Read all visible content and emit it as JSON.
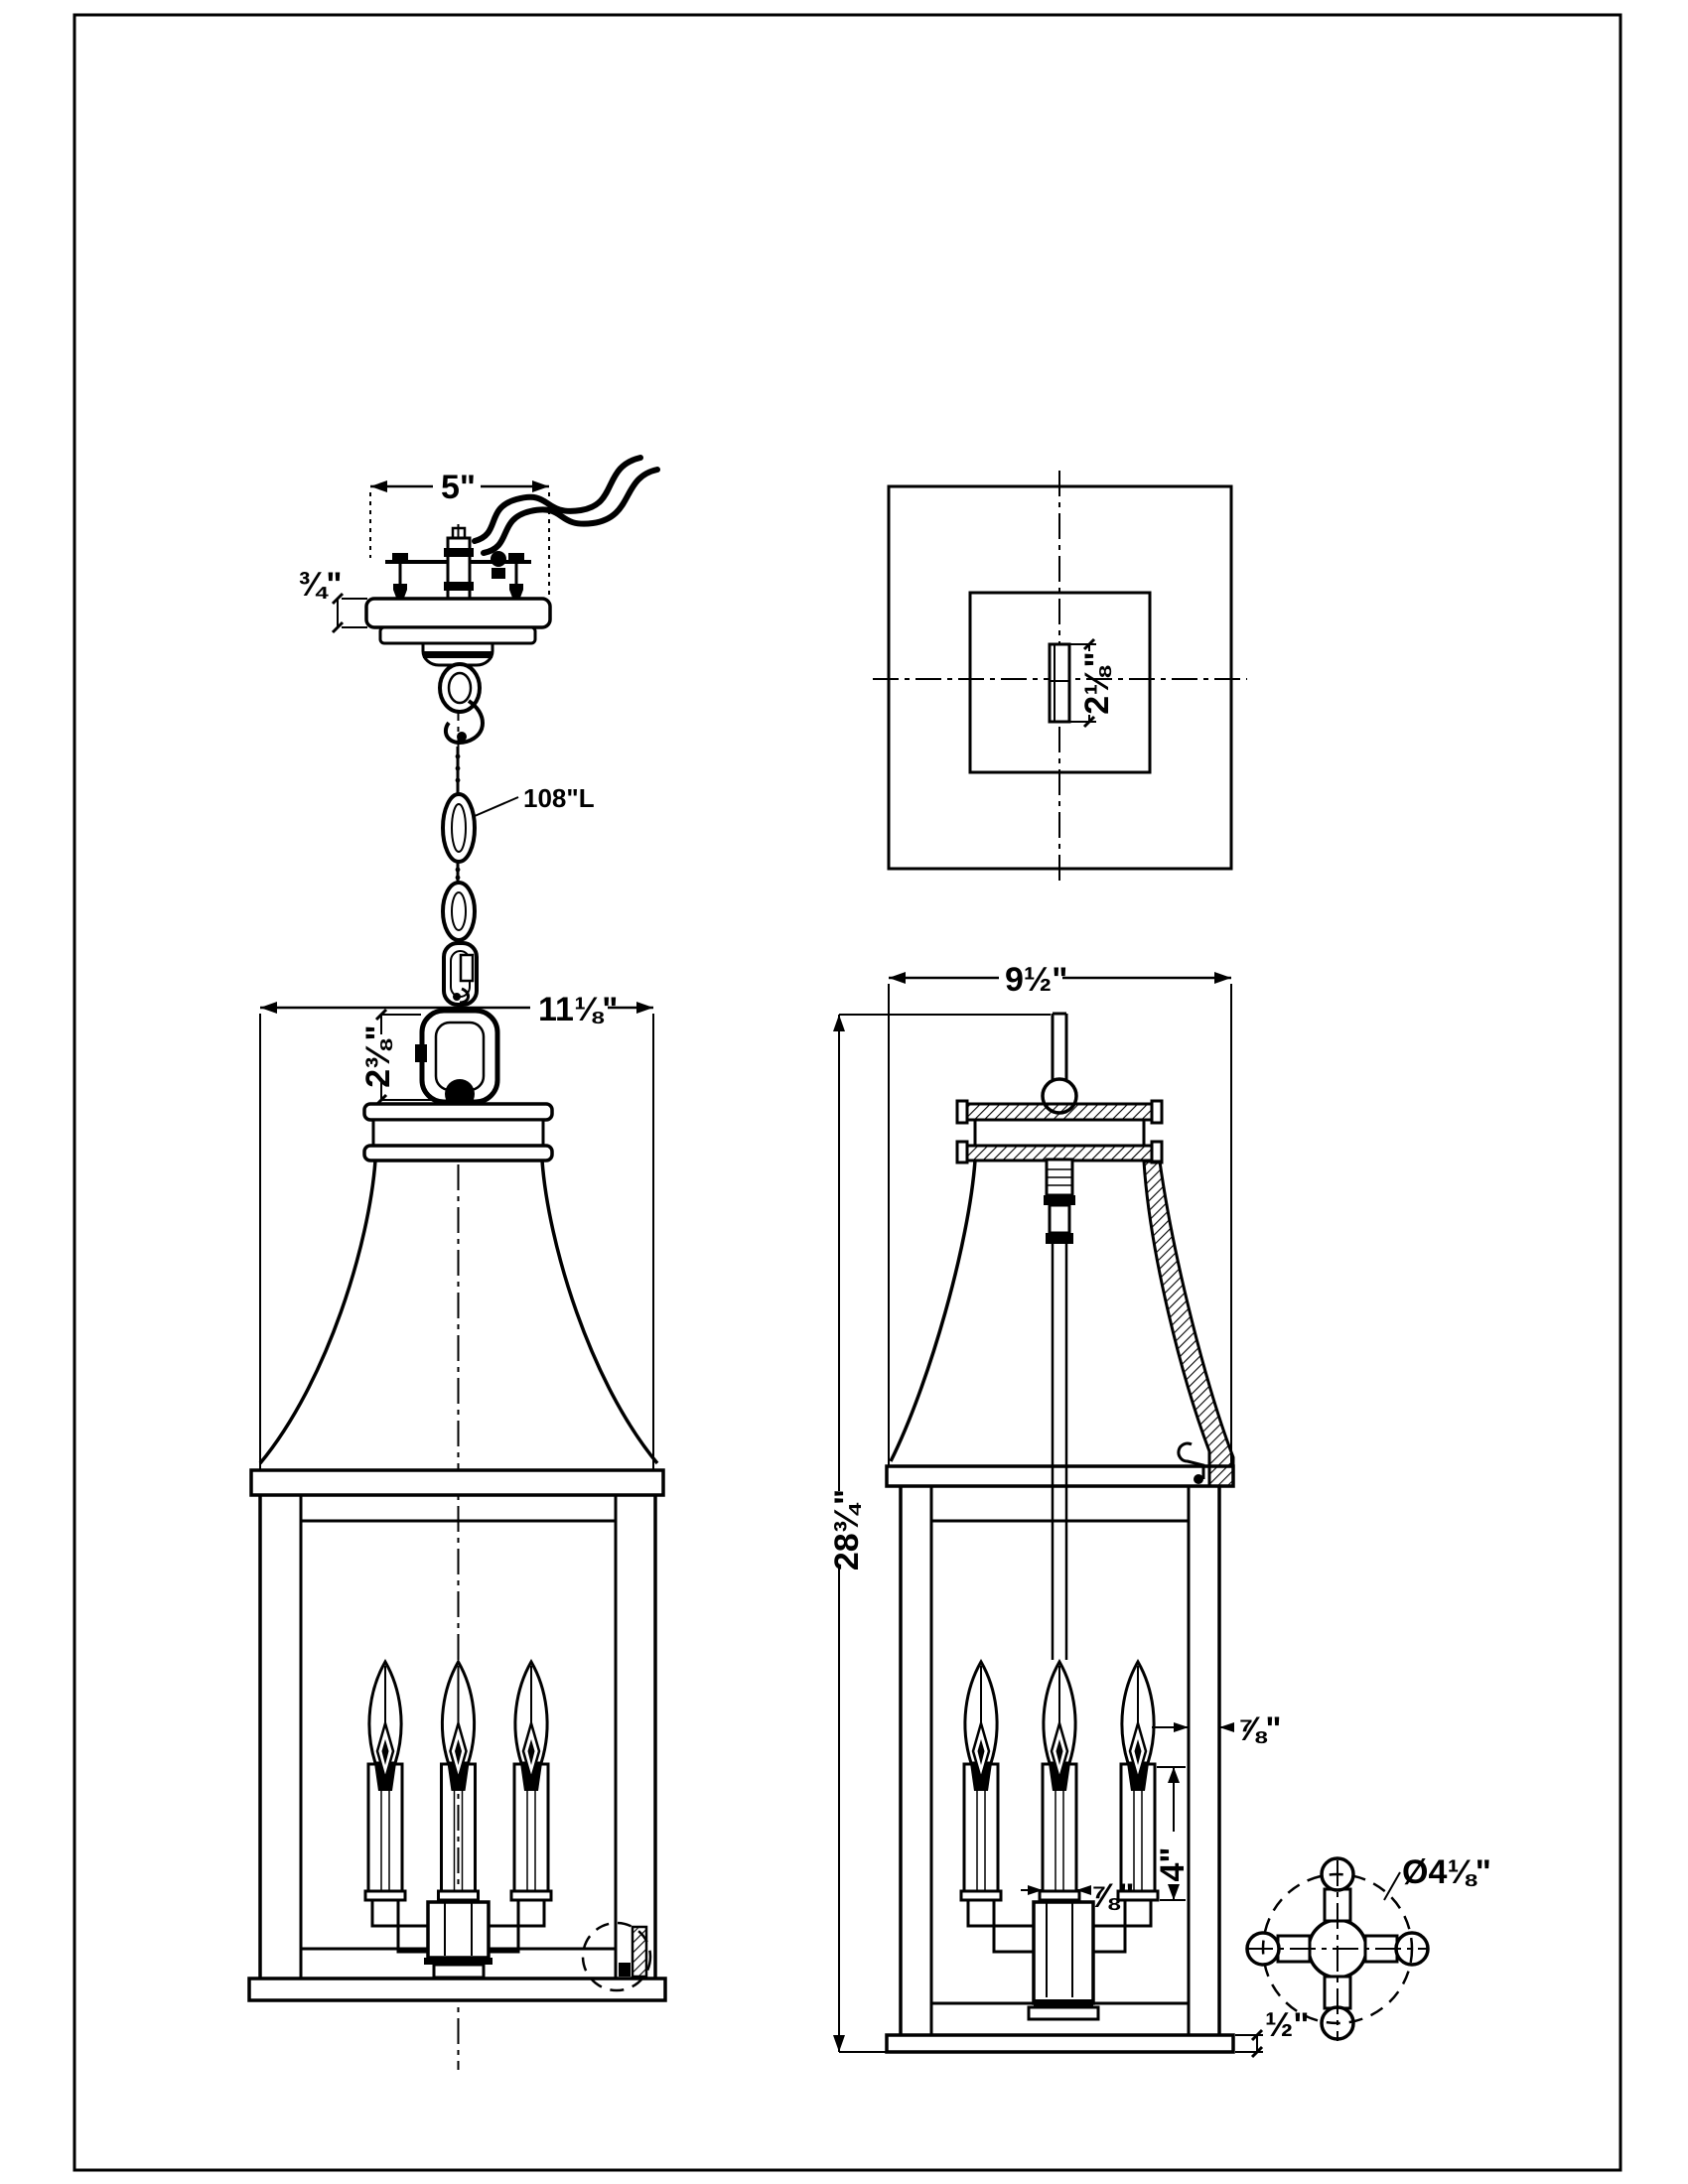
{
  "drawing": {
    "front_view": {
      "canopy_width": "5\"",
      "canopy_height": "¾\"",
      "chain_length": "108\"L",
      "lantern_width": "11⅛\"",
      "loop_height": "2⅜\""
    },
    "top_view": {
      "slot_width": "2⅛\""
    },
    "side_view": {
      "body_width": "9½\"",
      "overall_height": "28¾\"",
      "frame_thickness": "⅞\"",
      "candle_sleeve_width": "⅞\"",
      "candle_sleeve_height": "4\""
    },
    "bottom_view": {
      "cluster_diameter": "Ø4⅛\"",
      "base_lip": "½\""
    }
  }
}
